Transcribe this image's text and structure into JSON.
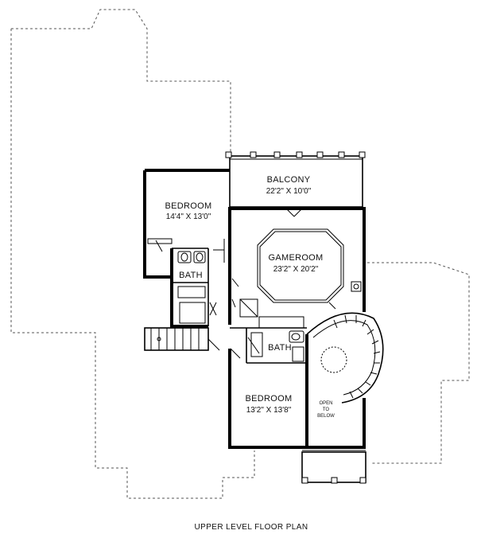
{
  "plan": {
    "title": "UPPER LEVEL FLOOR PLAN",
    "rooms": {
      "balcony": {
        "name": "BALCONY",
        "size": "22'2\" X 10'0\""
      },
      "bedroom1": {
        "name": "BEDROOM",
        "size": "14'4\" X 13'0\""
      },
      "gameroom": {
        "name": "GAMEROOM",
        "size": "23'2\" X 20'2\""
      },
      "bath1": {
        "name": "BATH"
      },
      "bath2": {
        "name": "BATH"
      },
      "bedroom2": {
        "name": "BEDROOM",
        "size": "13'2\" X 13'8\""
      },
      "open_to_below": {
        "line1": "OPEN",
        "line2": "TO",
        "line3": "BELOW"
      }
    },
    "colors": {
      "walls": "#000000",
      "roof_outline": "#555555",
      "background": "#ffffff"
    }
  }
}
